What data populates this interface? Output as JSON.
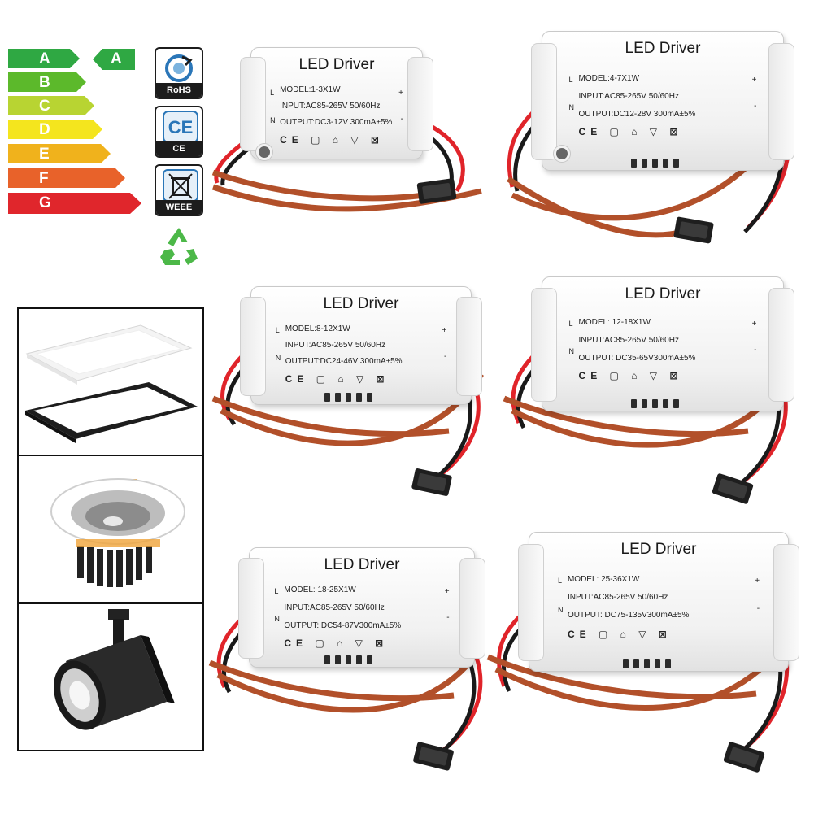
{
  "energy_label": {
    "bands": [
      {
        "letter": "A",
        "color": "#2fa843"
      },
      {
        "letter": "B",
        "color": "#5cb92b"
      },
      {
        "letter": "C",
        "color": "#b8d432"
      },
      {
        "letter": "D",
        "color": "#f4e51e"
      },
      {
        "letter": "E",
        "color": "#f0b21c"
      },
      {
        "letter": "F",
        "color": "#e8622a"
      },
      {
        "letter": "G",
        "color": "#e0262c"
      }
    ],
    "rating": "A",
    "rating_color": "#2fa843"
  },
  "certifications": [
    {
      "icon": "rohs-icon",
      "label": "RoHS"
    },
    {
      "icon": "ce-icon",
      "label": "CE"
    },
    {
      "icon": "weee-bin-icon",
      "label": "WEEE"
    }
  ],
  "recycle_icon_color": "#4cb848",
  "applications": [
    {
      "icon": "ceiling-panel-light-icon"
    },
    {
      "icon": "recessed-downlight-icon"
    },
    {
      "icon": "track-spotlight-icon"
    }
  ],
  "drivers": [
    {
      "title": "LED Driver",
      "model": "MODEL:1-3X1W",
      "input": "INPUT:AC85-265V 50/60Hz",
      "output": "OUTPUT:DC3-12V 300mA±5%",
      "marks": "CE ▢ ⌂ ▽ ⊠",
      "l": "L",
      "n": "N",
      "plus": "+",
      "minus": "-"
    },
    {
      "title": "LED Driver",
      "model": "MODEL:4-7X1W",
      "input": "INPUT:AC85-265V 50/60Hz",
      "output": "OUTPUT:DC12-28V 300mA±5%",
      "marks": "CE ▢ ⌂ ▽ ⊠",
      "l": "L",
      "n": "N",
      "plus": "+",
      "minus": "-"
    },
    {
      "title": "LED Driver",
      "model": "MODEL:8-12X1W",
      "input": "INPUT:AC85-265V 50/60Hz",
      "output": "OUTPUT:DC24-46V 300mA±5%",
      "marks": "CE ▢ ⌂ ▽ ⊠",
      "l": "L",
      "n": "N",
      "plus": "+",
      "minus": "-"
    },
    {
      "title": "LED Driver",
      "model": "MODEL: 12-18X1W",
      "input": "INPUT:AC85-265V 50/60Hz",
      "output": "OUTPUT: DC35-65V300mA±5%",
      "marks": "CE ▢ ⌂ ▽ ⊠",
      "l": "L",
      "n": "N",
      "plus": "+",
      "minus": "-"
    },
    {
      "title": "LED Driver",
      "model": "MODEL: 18-25X1W",
      "input": "INPUT:AC85-265V 50/60Hz",
      "output": "OUTPUT: DC54-87V300mA±5%",
      "marks": "CE ▢ ⌂ ▽ ⊠",
      "l": "L",
      "n": "N",
      "plus": "+",
      "minus": "-"
    },
    {
      "title": "LED Driver",
      "model": "MODEL: 25-36X1W",
      "input": "INPUT:AC85-265V 50/60Hz",
      "output": "OUTPUT: DC75-135V300mA±5%",
      "marks": "CE ▢ ⌂ ▽ ⊠",
      "l": "L",
      "n": "N",
      "plus": "+",
      "minus": "-"
    }
  ],
  "wire_colors": {
    "red": "#e0242a",
    "black": "#1a1a1a",
    "brown": "#b2502a"
  }
}
